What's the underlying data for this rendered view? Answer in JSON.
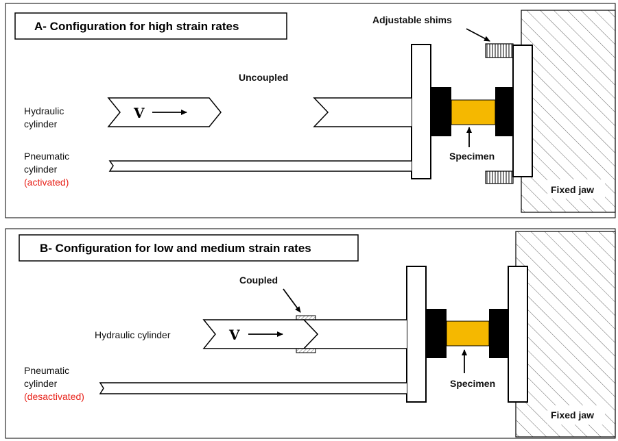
{
  "panel_a": {
    "title": "A- Configuration for high strain rates",
    "uncoupled_label": "Uncoupled",
    "adjustable_shims_label": "Adjustable shims",
    "hydraulic_label_line1": "Hydraulic",
    "hydraulic_label_line2": "cylinder",
    "pneumatic_label_line1": "Pneumatic",
    "pneumatic_label_line2": "cylinder",
    "pneumatic_state": "(activated)",
    "velocity_symbol": "V",
    "specimen_label": "Specimen",
    "fixed_jaw_label": "Fixed jaw"
  },
  "panel_b": {
    "title": "B- Configuration for low and medium strain rates",
    "coupled_label": "Coupled",
    "hydraulic_label": "Hydraulic cylinder",
    "pneumatic_label_line1": "Pneumatic",
    "pneumatic_label_line2": "cylinder",
    "pneumatic_state": "(desactivated)",
    "velocity_symbol": "V",
    "specimen_label": "Specimen",
    "fixed_jaw_label": "Fixed jaw"
  },
  "colors": {
    "specimen": "#f5b800",
    "grip": "#000000",
    "state_text": "#e8221a",
    "hatch": "#555555"
  }
}
